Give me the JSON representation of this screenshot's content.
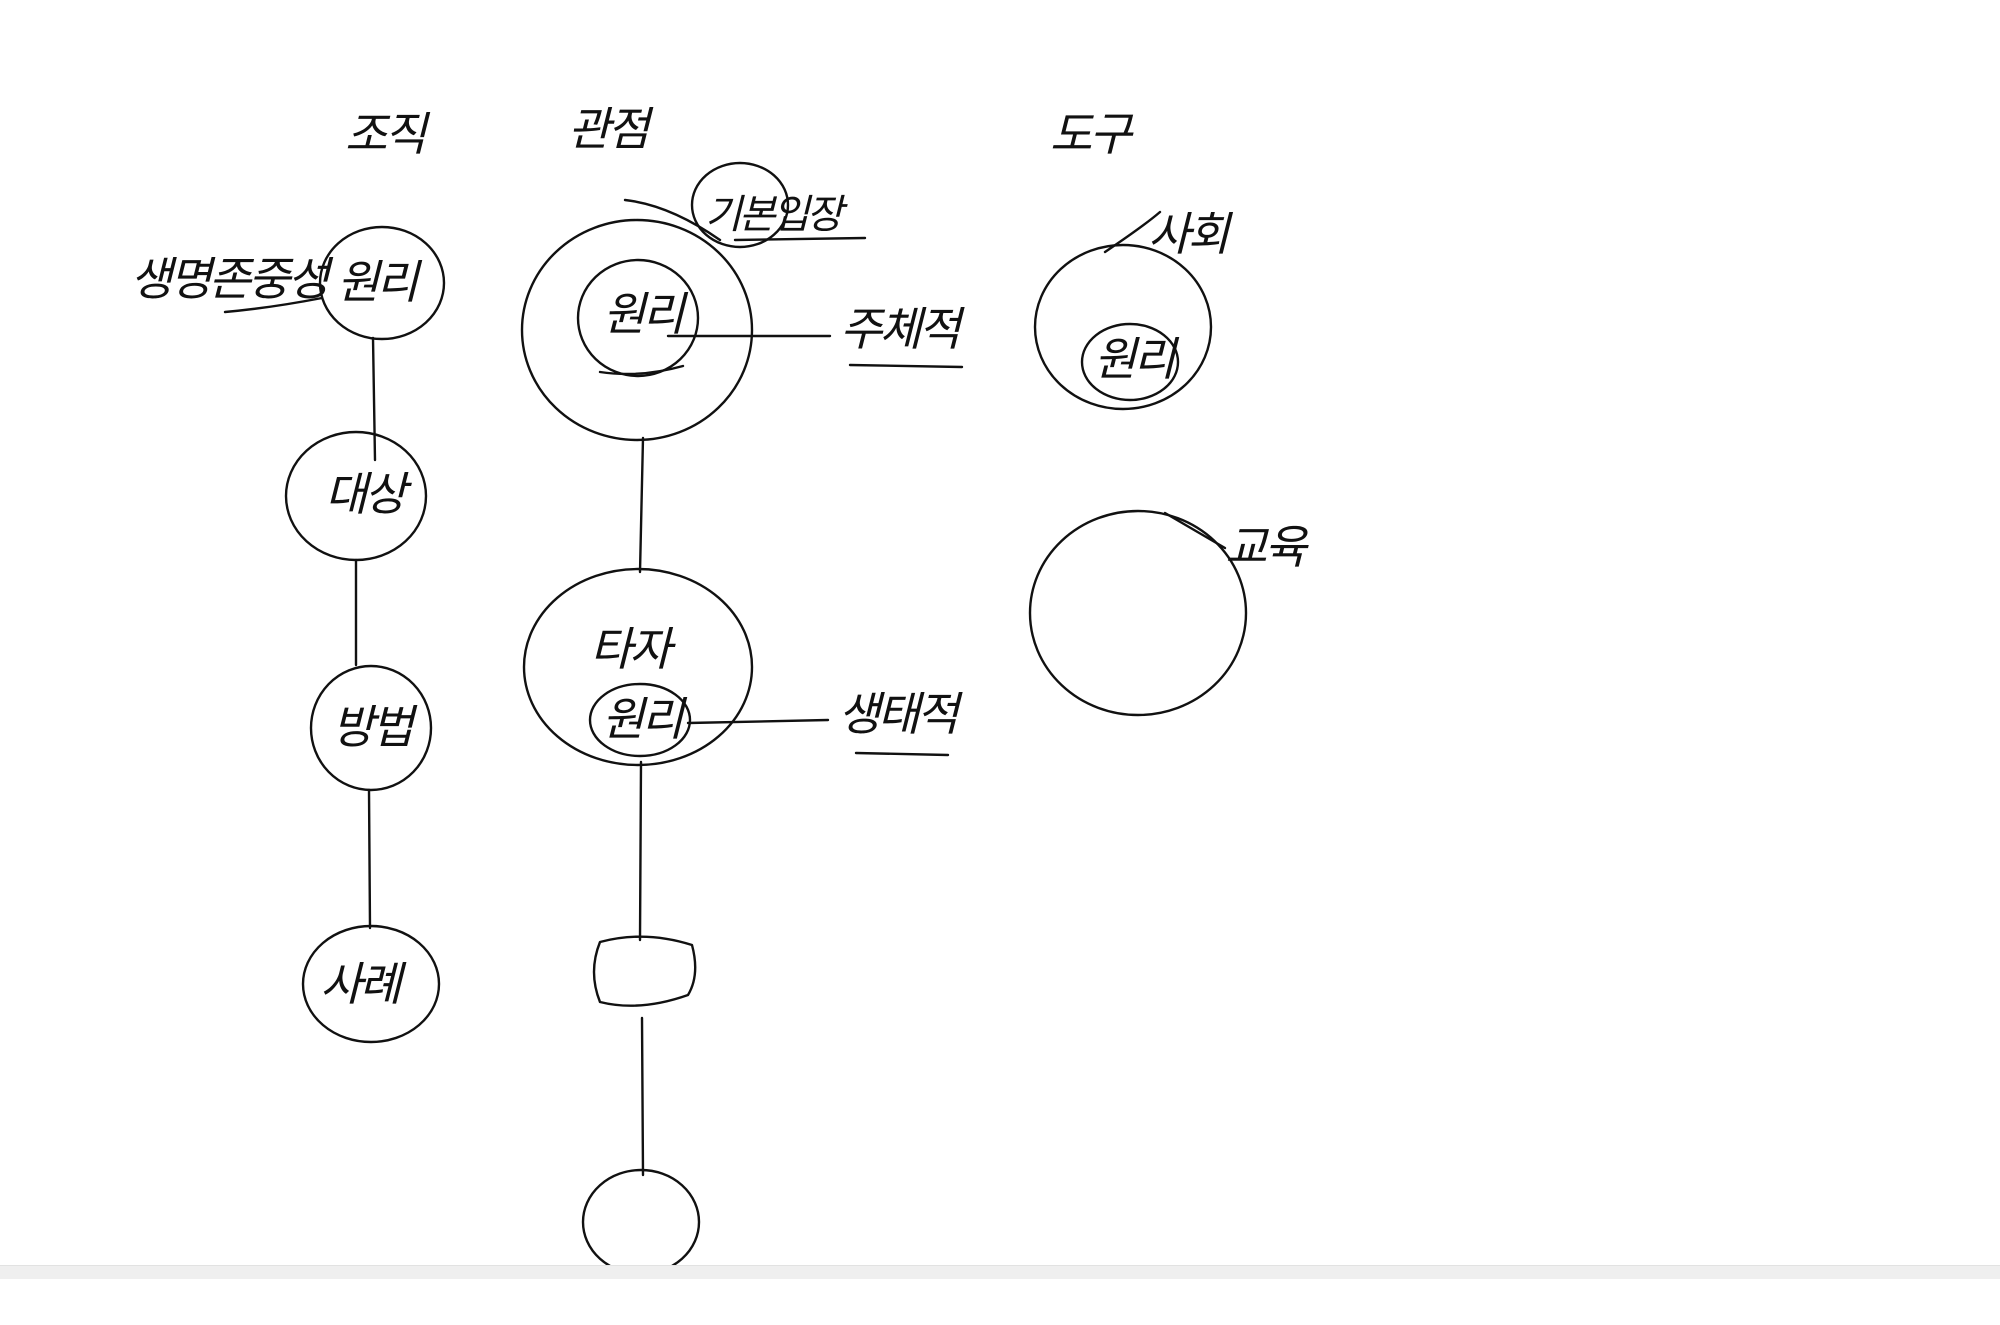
{
  "canvas": {
    "background": "#ffffff",
    "ink_color": "#111111"
  },
  "sketch": {
    "column_1": {
      "heading": "조직",
      "nodes": [
        "원리",
        "대상",
        "방법",
        "사례"
      ],
      "side_label": "생명존중성"
    },
    "column_2": {
      "heading": "관점",
      "outer_top_label": "기본입장",
      "inner_top": "원리",
      "inner_top_note": "주체적",
      "middle_label": "타자",
      "inner_middle": "원리",
      "inner_middle_note": "생태적"
    },
    "column_3": {
      "heading": "도구",
      "top_label": "사회",
      "inner_top": "원리",
      "lower_label": "교육"
    }
  },
  "bottom_bar": {
    "color": "#efefef"
  }
}
